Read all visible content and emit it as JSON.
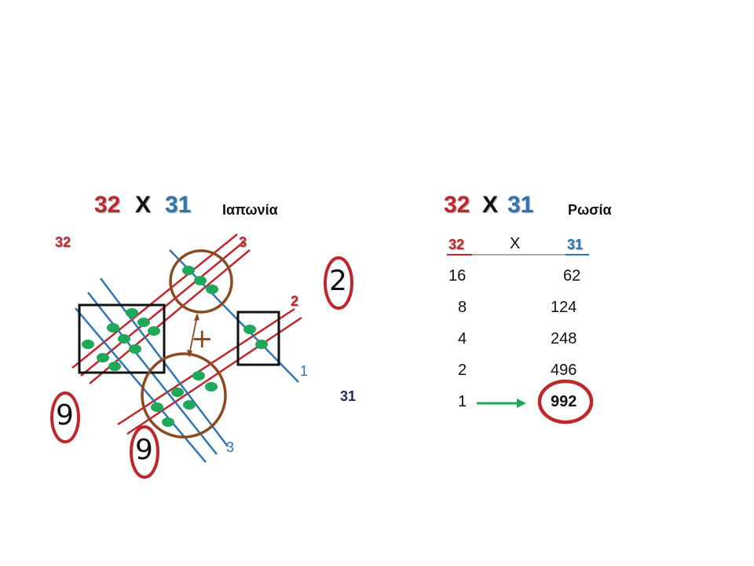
{
  "japan": {
    "title_a": "32",
    "title_x": "X",
    "title_b": "31",
    "country": "Ιαπωνία",
    "label_32": "32",
    "label_3_red": "3",
    "label_2_red": "2",
    "label_1_blue": "1",
    "label_3_blue": "3",
    "label_31": "31",
    "circled_left": "9",
    "circled_bottom": "9",
    "circled_right": "2",
    "plus": "+"
  },
  "russia": {
    "title_a": "32",
    "title_x": "X",
    "title_b": "31",
    "country": "Ρωσία",
    "header": {
      "left": "32",
      "mid": "X",
      "right": "31"
    },
    "rows": [
      {
        "left": "16",
        "right": "62"
      },
      {
        "left": "8",
        "right": "124"
      },
      {
        "left": "4",
        "right": "248"
      },
      {
        "left": "2",
        "right": "496"
      },
      {
        "left": "1",
        "right": "992"
      }
    ]
  },
  "colors": {
    "red": "#c0272d",
    "blue": "#2e75b6",
    "dot": "#1fa75a",
    "brown": "#8b4a1f",
    "green_arrow": "#1fa75a"
  }
}
